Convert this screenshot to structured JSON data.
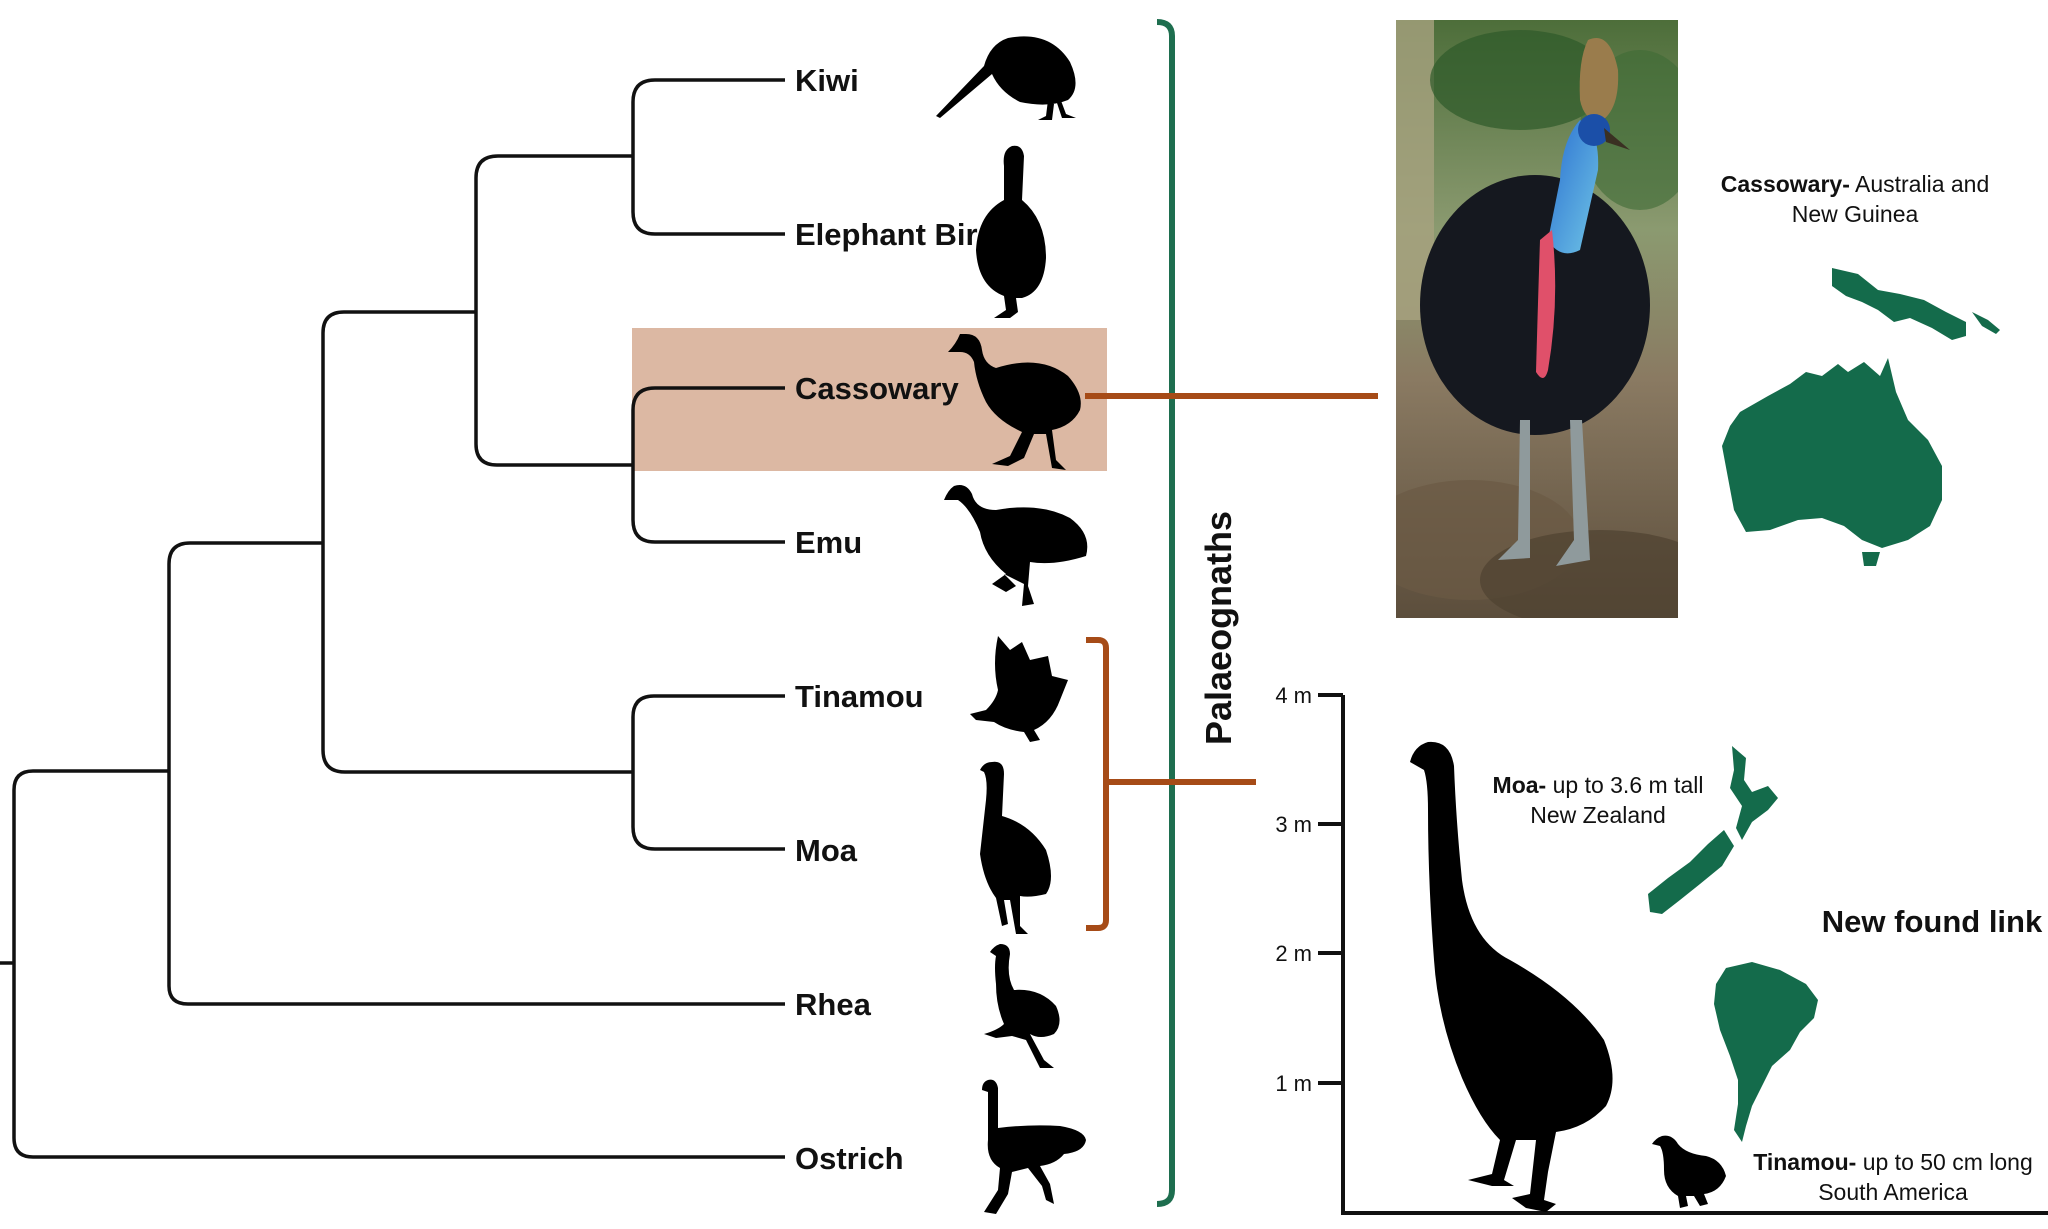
{
  "taxa": [
    "Kiwi",
    "Elephant Bird",
    "Cassowary",
    "Emu",
    "Tinamou",
    "Moa",
    "Rhea",
    "Ostrich"
  ],
  "clade_label": "Palaeognaths",
  "colors": {
    "clade_bracket": "#1e6e4f",
    "highlight_fill": "#dcb8a3",
    "connector": "#a64b17",
    "landmass": "#146b4b",
    "silhouette": "#000000"
  },
  "cassowary_note": {
    "name": "Cassowary-",
    "text_line1": " Australia and",
    "text_line2": "New Guinea"
  },
  "moa_note": {
    "name": "Moa-",
    "text_line1": " up to 3.6 m tall",
    "text_line2": "New Zealand"
  },
  "tinamou_note": {
    "name": "Tinamou-",
    "text_line1": " up to 50 cm long",
    "text_line2": "South America"
  },
  "link_title": "New found link",
  "scale": {
    "ticks": [
      "4 m",
      "3 m",
      "2 m",
      "1 m"
    ]
  },
  "icons": [
    "kiwi-silhouette-icon",
    "elephant-bird-silhouette-icon",
    "cassowary-silhouette-icon",
    "emu-silhouette-icon",
    "tinamou-silhouette-icon",
    "moa-silhouette-icon",
    "rhea-silhouette-icon",
    "ostrich-silhouette-icon",
    "australia-new-guinea-map-icon",
    "new-zealand-map-icon",
    "south-america-map-icon",
    "cassowary-photo"
  ]
}
